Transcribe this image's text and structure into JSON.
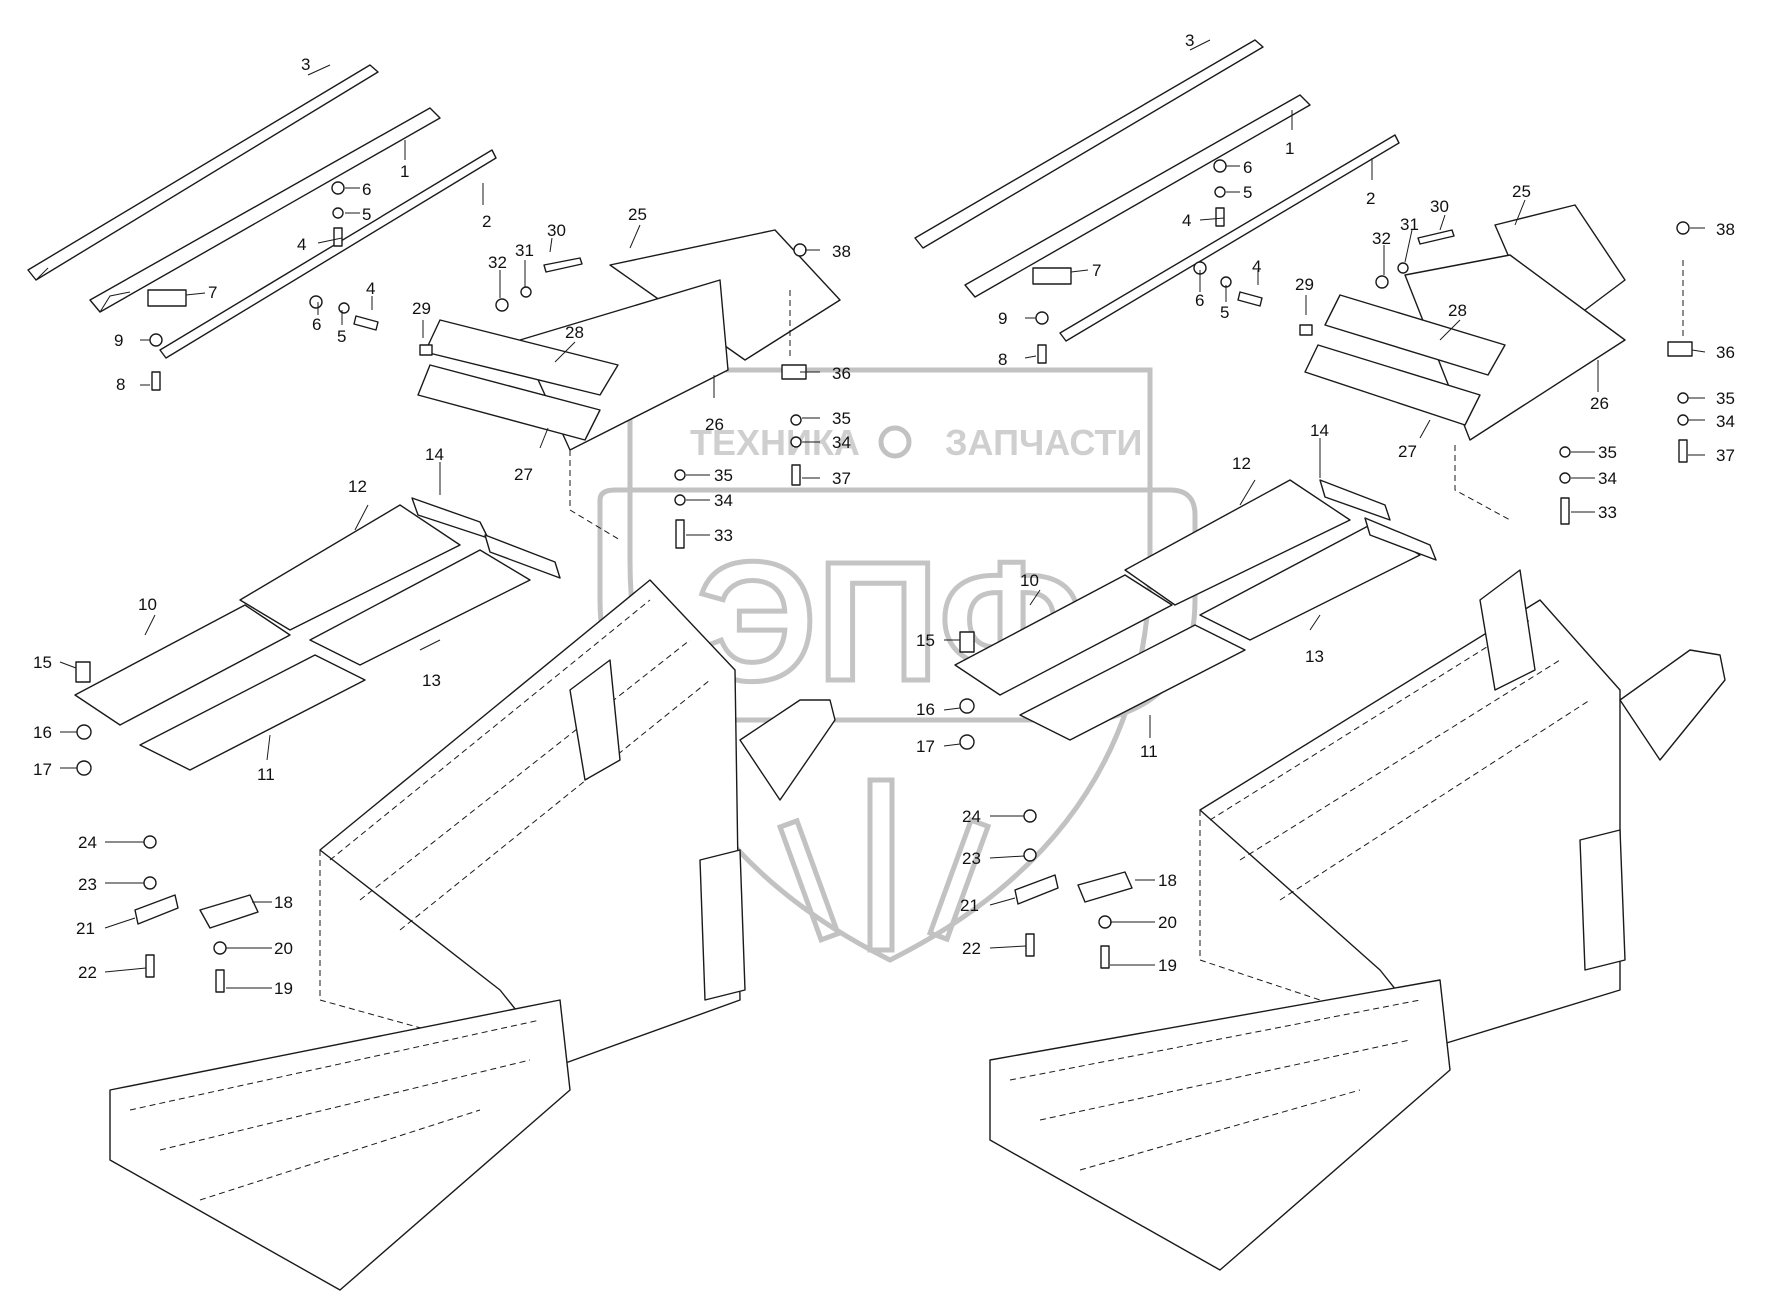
{
  "watermark": {
    "left_word": "ТЕХНИКА",
    "right_word": "ЗАПЧАСТИ",
    "logo_letters": "ЭПФ",
    "color": "#c8c8c8"
  },
  "callouts": {
    "left": {
      "c3": "3",
      "c1": "1",
      "c2": "2",
      "c6a": "6",
      "c5a": "5",
      "c4a": "4",
      "c6b": "6",
      "c5b": "5",
      "c4b": "4",
      "c7": "7",
      "c9": "9",
      "c8": "8",
      "c25": "25",
      "c30": "30",
      "c31": "31",
      "c32": "32",
      "c38": "38",
      "c29": "29",
      "c28": "28",
      "c36": "36",
      "c26": "26",
      "c27": "27",
      "c35a": "35",
      "c34a": "34",
      "c37": "37",
      "c35b": "35",
      "c34b": "34",
      "c33": "33",
      "c14": "14",
      "c12": "12",
      "c10": "10",
      "c13": "13",
      "c11": "11",
      "c15": "15",
      "c16": "16",
      "c17": "17",
      "c24": "24",
      "c23": "23",
      "c21": "21",
      "c22": "22",
      "c18": "18",
      "c20": "20",
      "c19": "19"
    },
    "right": {
      "c3": "3",
      "c1": "1",
      "c2": "2",
      "c6a": "6",
      "c5a": "5",
      "c4a": "4",
      "c6b": "6",
      "c5b": "5",
      "c4b": "4",
      "c7": "7",
      "c9": "9",
      "c8": "8",
      "c25": "25",
      "c30": "30",
      "c31": "31",
      "c32": "32",
      "c38": "38",
      "c29": "29",
      "c28": "28",
      "c36": "36",
      "c26": "26",
      "c27": "27",
      "c35a": "35",
      "c34a": "34",
      "c37": "37",
      "c35b": "35",
      "c34b": "34",
      "c33": "33",
      "c14": "14",
      "c12": "12",
      "c10": "10",
      "c13": "13",
      "c11": "11",
      "c15": "15",
      "c16": "16",
      "c17": "17",
      "c24": "24",
      "c23": "23",
      "c21": "21",
      "c22": "22",
      "c18": "18",
      "c20": "20",
      "c19": "19"
    }
  }
}
